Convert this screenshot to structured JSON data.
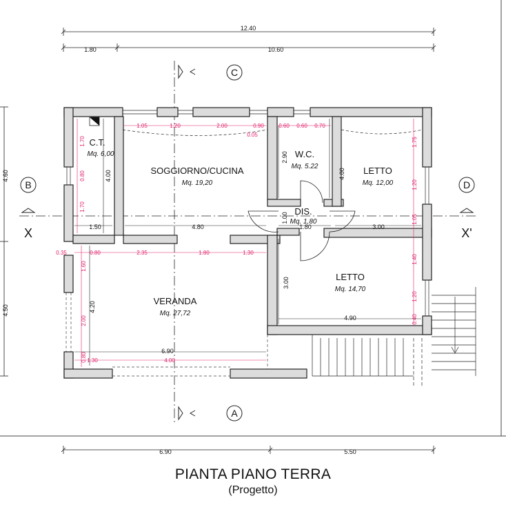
{
  "title": "PIANTA PIANO TERRA",
  "subtitle": "(Progetto)",
  "rooms": {
    "ct": {
      "name": "C.T.",
      "area": "Mq. 6,00"
    },
    "soggiorno": {
      "name": "SOGGIORNO/CUCINA",
      "area": "Mq. 19,20"
    },
    "wc": {
      "name": "W.C.",
      "area": "Mq. 5.22"
    },
    "letto1": {
      "name": "LETTO",
      "area": "Mq. 12,00"
    },
    "dis": {
      "name": "DIS.",
      "area": "Mq. 1,80"
    },
    "letto2": {
      "name": "LETTO",
      "area": "Mq. 14,70"
    },
    "veranda": {
      "name": "VERANDA",
      "area": "Mq. 27,72"
    }
  },
  "sections": {
    "a": "A",
    "b": "B",
    "c": "C",
    "d": "D",
    "x": "X",
    "x2": "X'"
  },
  "dims": {
    "top_total": "12.40",
    "top_left": "1.80",
    "top_right": "10.60",
    "bottom_left": "6.90",
    "bottom_right": "5.50",
    "left_top": "4.60",
    "left_bottom": "4.50",
    "ct_h": "4.00",
    "ct_w": "1.50",
    "sogg_w": "4.80",
    "dis_w": "1.80",
    "letto1_h": "4.00",
    "letto1_w": "3.00",
    "wc_h": "2.90",
    "dis_h": "1.00",
    "veranda_h": "4.20",
    "veranda_w": "6.90",
    "letto2_h": "3.00",
    "letto2_w": "4.90"
  },
  "red": {
    "t1": "1.05",
    "t2": "1.20",
    "t3": "2.00",
    "t4": "0.90",
    "t5": "0.05",
    "t6": "0.60",
    "t7": "0.60",
    "t8": "0.70",
    "l1": "1.70",
    "l2": "0.80",
    "l3": "1.70",
    "v1": "0.35",
    "v2": "0.80",
    "v3": "2.35",
    "v4": "1.80",
    "v5": "1.30",
    "lv1": "1.60",
    "lv2": "2.00",
    "lv3": "0.80",
    "b1": "1.30",
    "b2": "4.00",
    "rr1": "1.75",
    "rr2": "1.20",
    "rr3": "1.05",
    "rr4": "1.40",
    "rr5": "1.20",
    "rr6": "0.40"
  }
}
